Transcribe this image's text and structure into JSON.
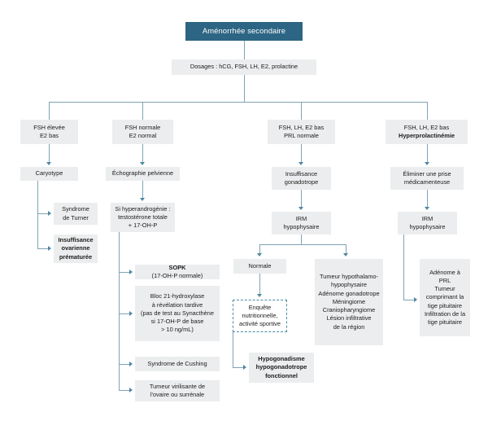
{
  "diagram": {
    "title": "Aménorrhée secondaire",
    "language": "fr",
    "accent_color": "#2d6584",
    "box_color": "#ebedee",
    "line_color": "#7fa3b4",
    "root": "Aménorrhée secondaire",
    "workup": "Dosages : hCG, FSH, LH, E2, prolactine",
    "branches": [
      {
        "id": "branch-1",
        "header_line1": "FSH élevée",
        "header_line2": "E2 bas",
        "steps": [
          {
            "id": "caryotype",
            "label": "Caryotype"
          }
        ],
        "outcomes": [
          {
            "id": "turner",
            "line1": "Syndrome",
            "line2": "de Turner",
            "bold": false
          },
          {
            "id": "insuffisance-ovarienne",
            "line1": "Insuffisance",
            "line2": "ovarienne",
            "line3": "prématurée",
            "bold": true
          }
        ]
      },
      {
        "id": "branch-2",
        "header_line1": "FSH normale",
        "header_line2": "E2 normal",
        "steps": [
          {
            "id": "echographie",
            "label": "Échographie pelvienne"
          },
          {
            "id": "hyperandrogenie",
            "line1": "Si hyperandrogénie :",
            "line2": "testostérone totale",
            "line3": "+ 17-OH-P"
          }
        ],
        "outcomes": [
          {
            "id": "sopk",
            "lead": "SOPK",
            "rest": " (17-OH-P normale)"
          },
          {
            "id": "bloc-21-hydroxylase",
            "lines": [
              "Bloc 21-hydroxylase",
              "à révélation tardive",
              "(pas de test au Synacthène",
              "si 17-OH-P de base",
              "> 10 ng/mL)"
            ]
          },
          {
            "id": "cushing",
            "lines": [
              "Syndrome de Cushing"
            ]
          },
          {
            "id": "tumeur-virilisante",
            "lines": [
              "Tumeur virilisante de",
              "l'ovaire ou surrénale"
            ]
          }
        ]
      },
      {
        "id": "branch-3",
        "header_line1": "FSH, LH, E2 bas",
        "header_line2": "PRL normale",
        "steps": [
          {
            "id": "insuffisance-gonadotrope",
            "line1": "Insuffisance",
            "line2": "gonadotrope"
          },
          {
            "id": "irm-hypophysaire-3",
            "line1": "IRM",
            "line2": "hypophysaire"
          }
        ],
        "split": [
          {
            "id": "normale",
            "label": "Normale",
            "next": {
              "id": "enquete",
              "dashed": true,
              "lines": [
                "Enquête",
                "nutritionnelle,",
                "activité sportive"
              ]
            },
            "result": {
              "id": "hypogonadisme",
              "bold": true,
              "lines": [
                "Hypogonadisme",
                "hypogonadotrope",
                "fonctionnel"
              ]
            }
          },
          {
            "id": "tumeur-hypothalamo",
            "lines": [
              "Tumeur hypothalamo-",
              "hypophysaire",
              "Adénome gonadotrope",
              "Méningiome",
              "Craniopharyngiome",
              "Lésion infiltrative",
              "de la région"
            ]
          }
        ]
      },
      {
        "id": "branch-4",
        "header_line1": "FSH, LH, E2 bas",
        "header_line2": "Hyperprolactinémie",
        "header_bold_line2": true,
        "steps": [
          {
            "id": "eliminer-prise",
            "line1": "Éliminer une prise",
            "line2": "médicamenteuse"
          },
          {
            "id": "irm-hypophysaire-4",
            "line1": "IRM",
            "line2": "hypophysaire"
          }
        ],
        "outcomes": [
          {
            "id": "adenome-prl",
            "lines": [
              "Adénome à PRL",
              "Tumeur",
              "comprimant la",
              "tige pituitaire",
              "Infiltration de la",
              "tige pituitaire"
            ]
          }
        ]
      }
    ]
  }
}
